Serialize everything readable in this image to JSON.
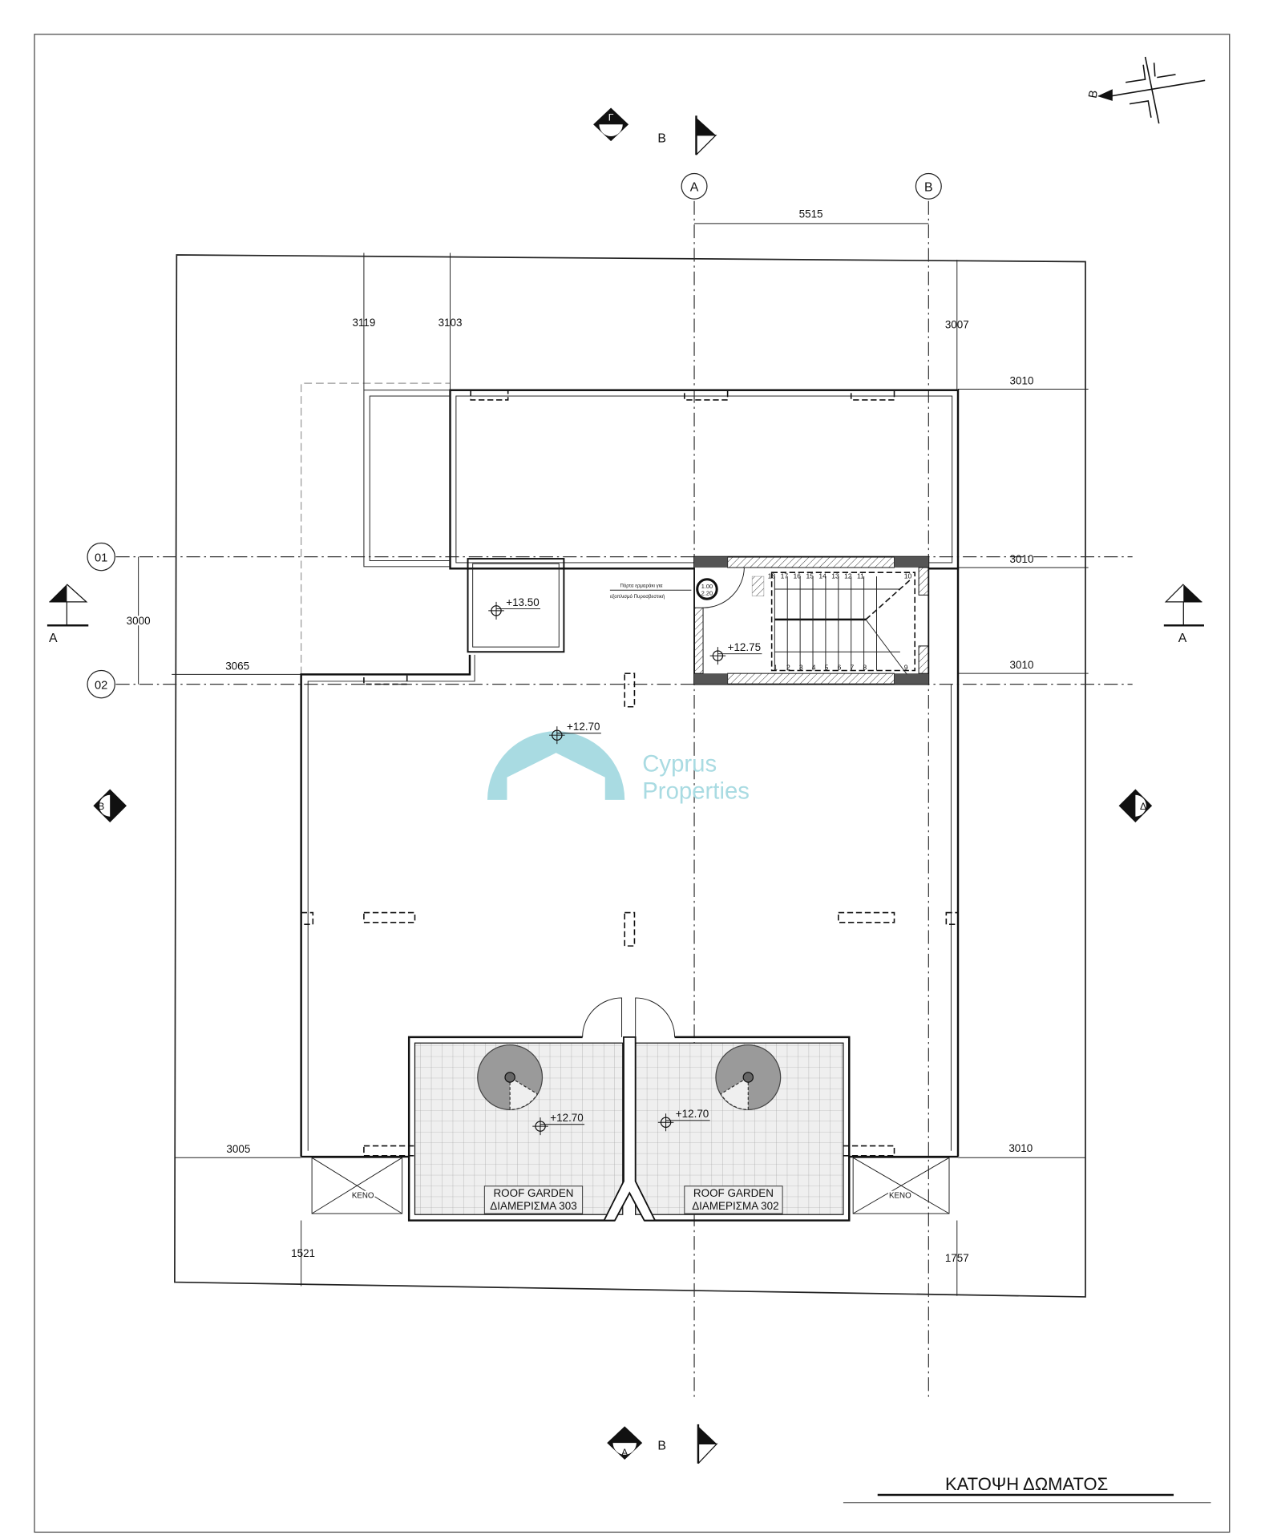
{
  "drawing": {
    "title": "ΚΑΤΟΨΗ ΔΩΜΑΤΟΣ",
    "north_label": "Β",
    "watermark": {
      "line1": "Cyprus",
      "line2": "Properties",
      "color": "#a9dbe2"
    },
    "grid_axes": {
      "vertical": [
        "A",
        "B"
      ],
      "horizontal": [
        "01",
        "02"
      ]
    },
    "section_markers": {
      "top_left": "Γ",
      "top_right": "B",
      "bottom_left": "A",
      "bottom_right": "B",
      "left": "A",
      "right": "A",
      "left_mid": "B",
      "right_mid": "Δ"
    },
    "dimensions": {
      "a_b": "5515",
      "d3119": "3119",
      "d3103": "3103",
      "d3007": "3007",
      "d3010_top": "3010",
      "d3010_01": "3010",
      "d3010_02": "3010",
      "d3000": "3000",
      "d3065": "3065",
      "d3005": "3005",
      "d3010_bottom": "3010",
      "d1521": "1521",
      "d1757": "1757"
    },
    "levels": {
      "tank": "+13.50",
      "stair": "+12.75",
      "roof": "+12.70",
      "garden_303": "+12.70",
      "garden_302": "+12.70"
    },
    "stair": {
      "upper_steps": [
        "18",
        "17",
        "16",
        "15",
        "14",
        "13",
        "12",
        "11",
        "10"
      ],
      "lower_steps": [
        "1",
        "2",
        "3",
        "4",
        "5",
        "6",
        "7",
        "8",
        "9"
      ],
      "door_tag_top": "1.00",
      "door_tag_bottom": "2.20",
      "note_line1": "Πόρτα ερμαράκι για",
      "note_line2": "εξοπλισμό Πυροσβεστική"
    },
    "rooms": {
      "garden_303_line1": "ROOF GARDEN",
      "garden_303_line2": "ΔΙΑΜΕΡΙΣΜΑ 303",
      "garden_302_line1": "ROOF GARDEN",
      "garden_302_line2": "ΔΙΑΜΕΡΙΣΜΑ 302",
      "void_left": "ΚΕΝΟ",
      "void_right": "ΚΕΝΟ"
    }
  }
}
